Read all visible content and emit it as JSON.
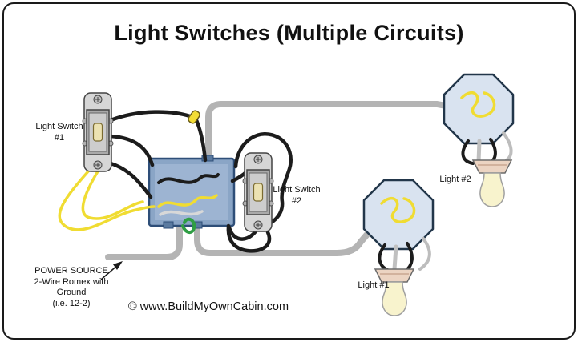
{
  "title": "Light Switches (Multiple Circuits)",
  "labels": {
    "switch1_line1": "Light Switch",
    "switch1_line2": "#1",
    "switch2_line1": "Light Switch",
    "switch2_line2": "#2",
    "light1": "Light #1",
    "light2": "Light #2"
  },
  "power_source": {
    "line1": "POWER SOURCE",
    "line2": "2-Wire Romex with",
    "line3": "Ground",
    "line4": "(i.e. 12-2)"
  },
  "copyright": "© www.BuildMyOwnCabin.com",
  "colors": {
    "wire_black": "#1c1c1c",
    "wire_white": "#b4b4b4",
    "wire_yellow": "#f0dc32",
    "wire_ground_green": "#2f9e44",
    "junction_box": "#8aa5c6",
    "junction_box_stroke": "#2e4e78",
    "fixture_box_fill": "#d9e3f0",
    "fixture_box_stroke": "#22364a",
    "bulb_fill": "#f8f3cd",
    "socket_fill": "#ecd4c2"
  }
}
